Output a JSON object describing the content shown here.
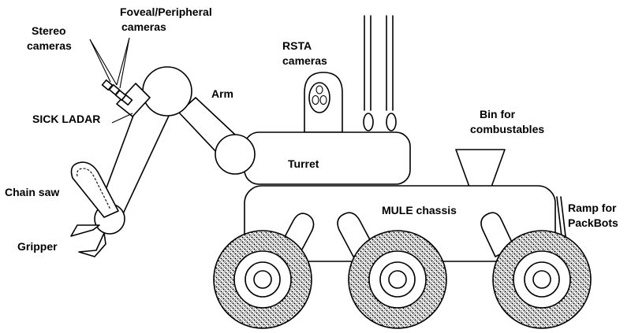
{
  "diagram": {
    "labels": {
      "stereo_cameras_l1": "Stereo",
      "stereo_cameras_l2": "cameras",
      "foveal_l1": "Foveal/Peripheral",
      "foveal_l2": "cameras",
      "rsta_l1": "RSTA",
      "rsta_l2": "cameras",
      "arm": "Arm",
      "sick_ladar": "SICK LADAR",
      "bin_l1": "Bin for",
      "bin_l2": "combustables",
      "turret": "Turret",
      "chain_saw": "Chain saw",
      "mule_chassis": "MULE chassis",
      "ramp_l1": "Ramp for",
      "ramp_l2": "PackBots",
      "gripper": "Gripper"
    },
    "colors": {
      "line": "#000000",
      "background": "#ffffff",
      "tire_pattern": "#000000"
    }
  }
}
